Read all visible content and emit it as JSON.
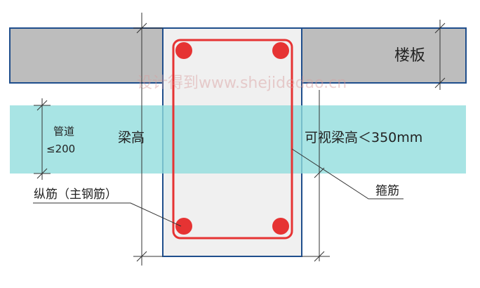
{
  "labels": {
    "slab": "楼板",
    "beam_height": "梁高",
    "pipe_line1": "管道",
    "pipe_line2": "≤200",
    "visible_height": "可视梁高＜350mm",
    "stirrup": "箍筋",
    "longitudinal": "纵筋（主钢筋）"
  },
  "watermark": "设计得到www.shejidedao.cn",
  "colors": {
    "slab_fill": "#bdbdbd",
    "outline_blue": "#1f4e8c",
    "pipe_band": "#9fe1e1",
    "beam_fill": "#f0f0f0",
    "rebar_red": "#e63333",
    "dim_line": "#333333"
  }
}
